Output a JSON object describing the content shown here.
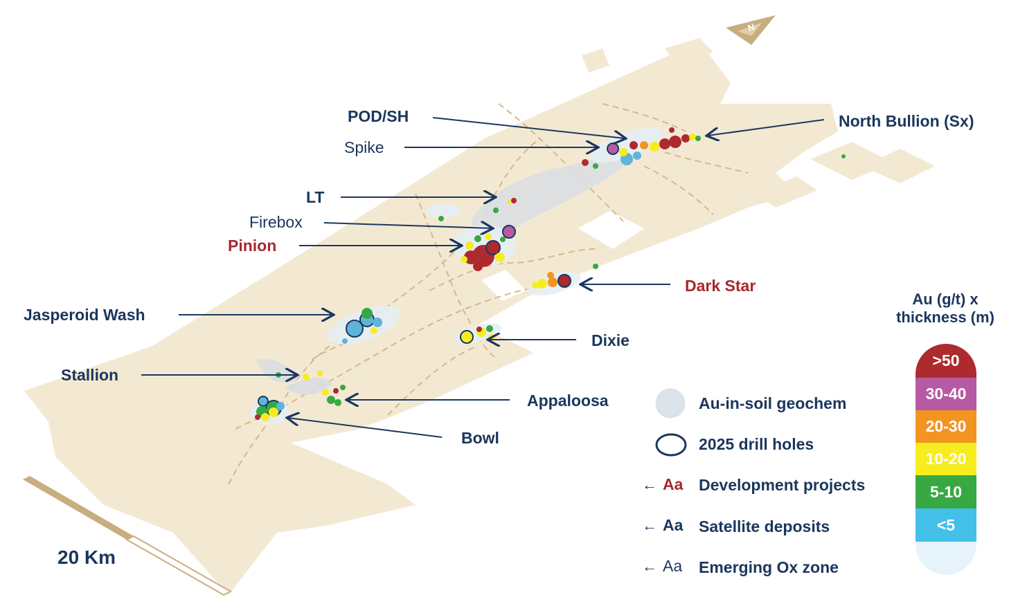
{
  "map": {
    "deposit_labels": [
      {
        "id": "pod-sh",
        "text": "POD/SH",
        "category": "satellite"
      },
      {
        "id": "spike",
        "text": "Spike",
        "category": "emerging"
      },
      {
        "id": "lt",
        "text": "LT",
        "category": "satellite"
      },
      {
        "id": "firebox",
        "text": "Firebox",
        "category": "emerging"
      },
      {
        "id": "pinion",
        "text": "Pinion",
        "category": "development"
      },
      {
        "id": "north-bullion",
        "text": "North Bullion (Sx)",
        "category": "satellite"
      },
      {
        "id": "dark-star",
        "text": "Dark Star",
        "category": "development"
      },
      {
        "id": "jasperoid-wash",
        "text": "Jasperoid Wash",
        "category": "satellite"
      },
      {
        "id": "dixie",
        "text": "Dixie",
        "category": "satellite"
      },
      {
        "id": "stallion",
        "text": "Stallion",
        "category": "satellite"
      },
      {
        "id": "appaloosa",
        "text": "Appaloosa",
        "category": "satellite"
      },
      {
        "id": "bowl",
        "text": "Bowl",
        "category": "satellite"
      }
    ],
    "scale_bar_label": "20 Km",
    "north_arrow_letter": "N",
    "colors": {
      "land_package": "#f3e9d2",
      "navy": "#1b365d",
      "red": "#a8272c",
      "road": "#d9b68a"
    }
  },
  "legend": {
    "items": [
      {
        "symbol": "au-in-soil-geochem",
        "text": "Au-in-soil geochem"
      },
      {
        "symbol": "drill-hole-2025",
        "text": "2025 drill holes"
      },
      {
        "symbol": "arrow-development",
        "arrow": "←",
        "aa": "Aa",
        "text": "Development projects"
      },
      {
        "symbol": "arrow-satellite",
        "arrow": "←",
        "aa": "Aa",
        "text": "Satellite deposits"
      },
      {
        "symbol": "arrow-emerging",
        "arrow": "←",
        "aa": "Aa",
        "text": "Emerging Ox zone"
      }
    ]
  },
  "grade_scale": {
    "title_line1": "Au (g/t) x",
    "title_line2": "thickness (m)",
    "bands": [
      {
        "label": ">50",
        "color": "#ad2a2e"
      },
      {
        "label": "30-40",
        "color": "#b65aa3"
      },
      {
        "label": "20-30",
        "color": "#f29422"
      },
      {
        "label": "10-20",
        "color": "#f7ec1e"
      },
      {
        "label": "5-10",
        "color": "#37a843"
      },
      {
        "label": "<5",
        "color": "#43bfe8"
      }
    ]
  }
}
